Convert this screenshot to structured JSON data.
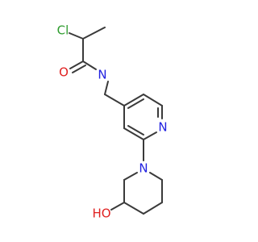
{
  "molecule": {
    "atoms": {
      "cl": {
        "label": "Cl",
        "color": "#2e9c2e"
      },
      "o_carbonyl": {
        "label": "O",
        "color": "#e02020"
      },
      "n_amide": {
        "label": "N",
        "color": "#2020e0"
      },
      "n_pyridine": {
        "label": "N",
        "color": "#2020e0"
      },
      "n_piperidine": {
        "label": "N",
        "color": "#2020e0"
      },
      "ho": {
        "label": "HO",
        "color": "#e02020"
      }
    },
    "bond_color": "#3a3a3a"
  }
}
